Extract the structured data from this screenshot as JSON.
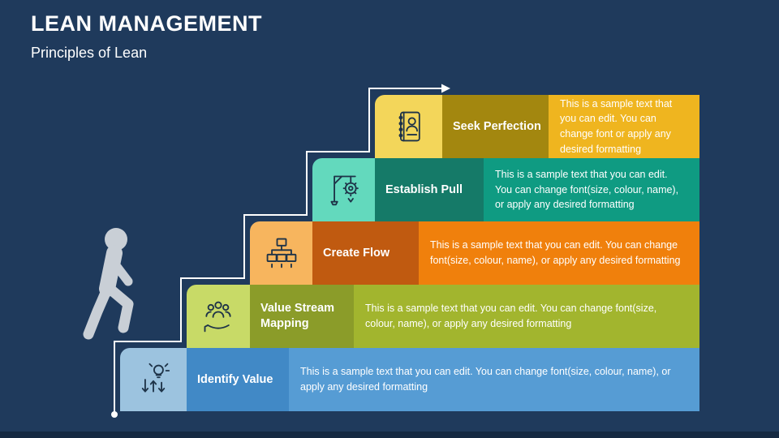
{
  "slide": {
    "title": "LEAN MANAGEMENT",
    "subtitle": "Principles of Lean",
    "background_color": "#1F3A5C",
    "footer_strip_color": "#152942",
    "stair_line_color": "#FFFFFF",
    "person_color": "#C9CFD6"
  },
  "steps": [
    {
      "label": "Identify Value",
      "icon": "lightbulb-sort-arrows-icon",
      "text": "This is a sample text that you can edit. You can change font(size, colour, name), or apply any desired formatting",
      "colors": {
        "icon_bg": "#9CC3DF",
        "label_bg": "#4189C6",
        "bar_bg": "#569CD4"
      }
    },
    {
      "label": "Value Stream Mapping",
      "icon": "team-over-hand-icon",
      "text": "This is a sample text that you can edit. You can change font(size, colour, name), or apply any desired formatting",
      "colors": {
        "icon_bg": "#C8DA67",
        "label_bg": "#8B9C29",
        "bar_bg": "#A2B52E"
      }
    },
    {
      "label": "Create Flow",
      "icon": "org-chart-flow-icon",
      "text": "This is a sample text that you can edit. You can change font(size, colour, name), or apply any desired formatting",
      "colors": {
        "icon_bg": "#F7B55E",
        "label_bg": "#C05A10",
        "bar_bg": "#F0800C"
      }
    },
    {
      "label": "Establish Pull",
      "icon": "crane-gear-icon",
      "text": "This is a sample text that you can edit. You can change font(size, colour, name), or apply any desired formatting",
      "colors": {
        "icon_bg": "#63D9BD",
        "label_bg": "#157A68",
        "bar_bg": "#0F9B82"
      }
    },
    {
      "label": "Seek Perfection",
      "icon": "notebook-person-icon",
      "text": "This is a sample text that you can edit. You can change font or apply any desired formatting",
      "colors": {
        "icon_bg": "#F3D65A",
        "label_bg": "#A3870F",
        "bar_bg": "#EFB51F"
      }
    }
  ]
}
